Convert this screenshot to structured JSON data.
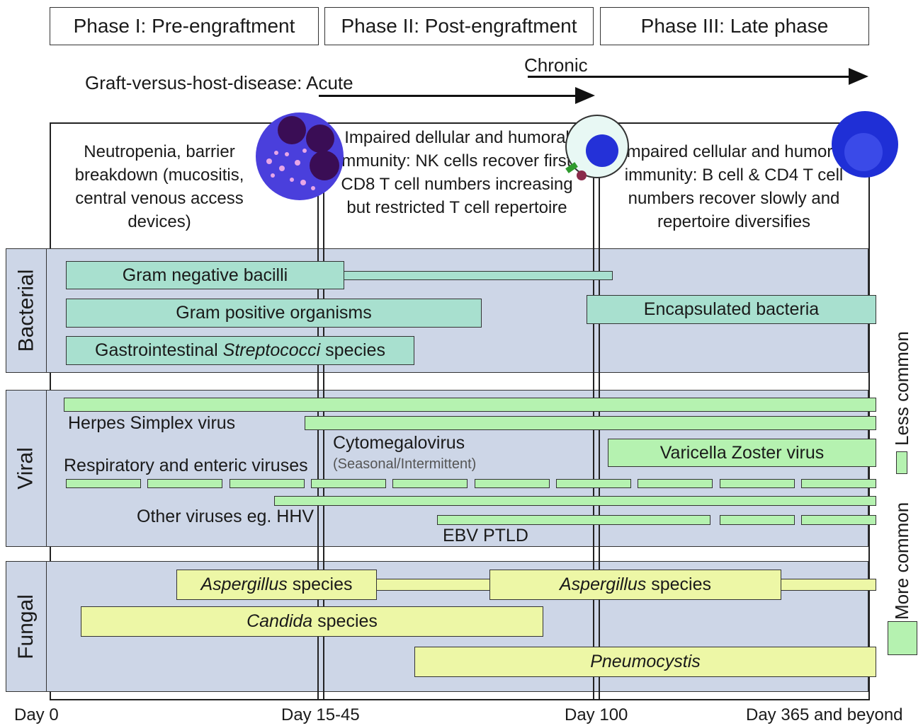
{
  "phases": [
    {
      "label": "Phase I: Pre-engraftment"
    },
    {
      "label": "Phase II: Post-engraftment"
    },
    {
      "label": "Phase III: Late phase"
    }
  ],
  "gvhd": {
    "acute_label": "Graft-versus-host-disease: Acute",
    "chronic_label": "Chronic"
  },
  "immune_descriptions": {
    "phase1": "Neutropenia, barrier breakdown (mucositis, central venous access devices)",
    "phase2": "Impaired dellular and humoral immunity: NK cells recover first, CD8 T cell numbers increasing but restricted T cell repertoire",
    "phase3": "Impaired cellular and humoral immunity: B cell & CD4 T cell numbers recover slowly and repertoire diversifies"
  },
  "categories": {
    "bacterial": "Bacterial",
    "viral": "Viral",
    "fungal": "Fungal"
  },
  "bacterial": {
    "gram_negative": "Gram negative bacilli",
    "gram_positive": "Gram positive organisms",
    "gi_strep_prefix": "Gastrointestinal ",
    "gi_strep_italic": "Streptococci",
    "gi_strep_suffix": " species",
    "encapsulated": "Encapsulated bacteria"
  },
  "viral": {
    "hsv": "Herpes Simplex virus",
    "cmv": "Cytomegalovirus",
    "cmv_note": "(Seasonal/Intermittent)",
    "vzv": "Varicella Zoster virus",
    "resp": "Respiratory and enteric viruses",
    "other": "Other viruses eg. HHV",
    "ebv": "EBV PTLD"
  },
  "fungal": {
    "asp_italic": "Aspergillus",
    "asp_suffix": " species",
    "candida_italic": "Candida",
    "candida_suffix": " species",
    "pneumocystis": "Pneumocystis"
  },
  "legend": {
    "less_common": "Less common",
    "more_common": "More common"
  },
  "x_axis": {
    "day0": "Day 0",
    "day15": "Day 15-45",
    "day100": "Day 100",
    "day365": "Day 365 and beyond"
  },
  "colors": {
    "band_bg": "#cdd6e7",
    "bacterial_bar": "#a8e0cf",
    "viral_bar": "#b5f2b0",
    "fungal_bar": "#edf7a6",
    "neutrophil": "#4a3fdc",
    "lymphocyte": "#1f2fd6"
  }
}
